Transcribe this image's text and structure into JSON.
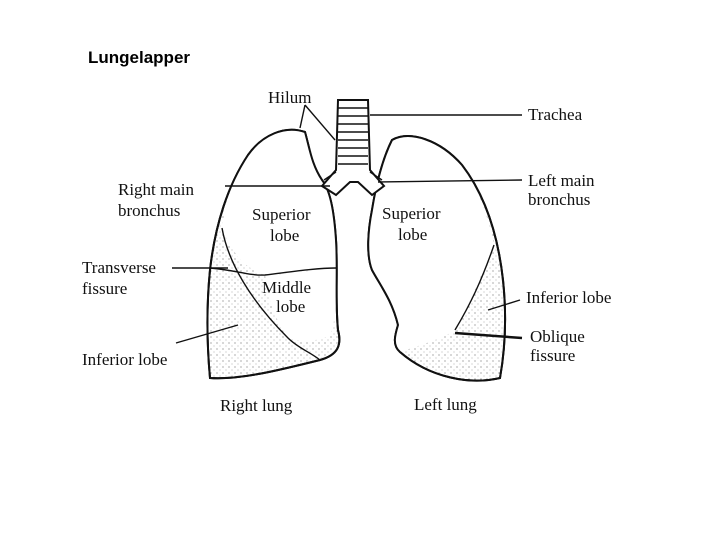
{
  "title": "Lungelapper",
  "labels": {
    "hilum": "Hilum",
    "trachea": "Trachea",
    "right_main_bronchus": [
      "Right main",
      "bronchus"
    ],
    "left_main_bronchus": [
      "Left main",
      "bronchus"
    ],
    "right_superior_lobe": [
      "Superior",
      "lobe"
    ],
    "left_superior_lobe": [
      "Superior",
      "lobe"
    ],
    "transverse_fissure": [
      "Transverse",
      "fissure"
    ],
    "middle_lobe": [
      "Middle",
      "lobe"
    ],
    "left_inferior_lobe": "Inferior lobe",
    "oblique_fissure": [
      "Oblique",
      "fissure"
    ],
    "right_inferior_lobe": "Inferior lobe",
    "right_lung": "Right lung",
    "left_lung": "Left lung"
  }
}
